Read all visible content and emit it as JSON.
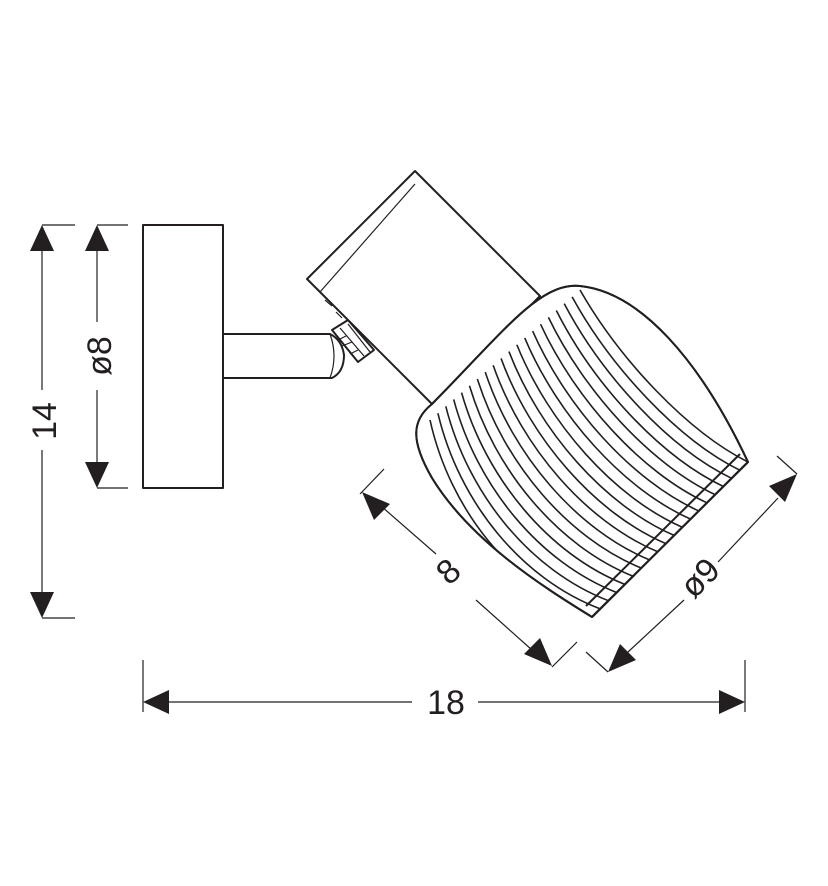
{
  "diagram": {
    "line_color": "#231f20",
    "background": "#ffffff",
    "dimensions": {
      "total_height": "14",
      "plate_diameter": "ø8",
      "total_width": "18",
      "shade_length": "8",
      "shade_diameter": "ø9"
    }
  }
}
